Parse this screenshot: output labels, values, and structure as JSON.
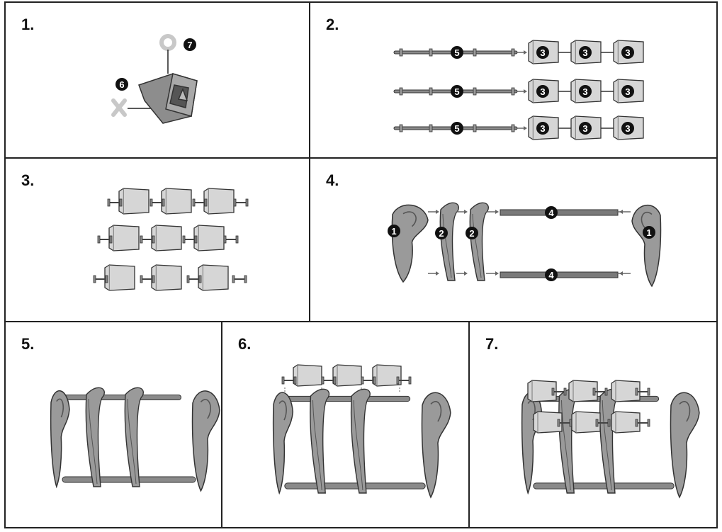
{
  "steps": [
    {
      "number": "1.",
      "callouts": [
        "6",
        "7"
      ]
    },
    {
      "number": "2.",
      "callouts": [
        "5",
        "3"
      ]
    },
    {
      "number": "3."
    },
    {
      "number": "4.",
      "callouts": [
        "1",
        "2",
        "4"
      ]
    },
    {
      "number": "5."
    },
    {
      "number": "6."
    },
    {
      "number": "7."
    }
  ],
  "colors": {
    "border": "#222222",
    "part_fill": "#9a9a9a",
    "part_dark": "#6f6f6f",
    "box_fill": "#d6d6d6",
    "rod": "#7a7a7a",
    "marker_light": "#c8c8c8",
    "callout_bg": "#111111"
  }
}
